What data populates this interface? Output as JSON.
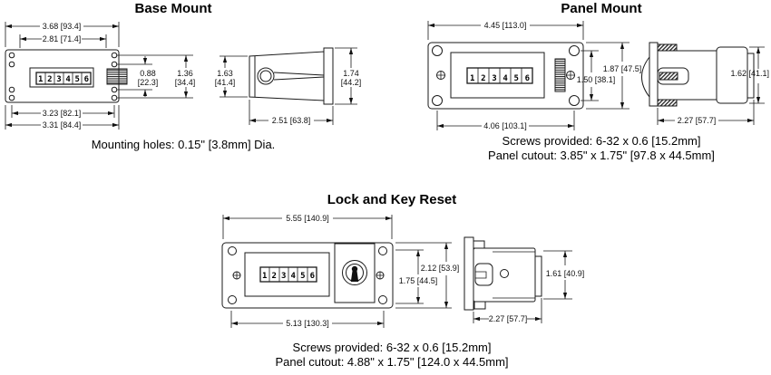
{
  "page": {
    "background": "#ffffff",
    "line_color": "#1a1a1a"
  },
  "base_mount": {
    "title": "Base Mount",
    "note": "Mounting holes:  0.15\" [3.8mm] Dia.",
    "counter_digits": "123456",
    "dims": {
      "overall_width": "3.68 [93.4]",
      "bezel_width": "2.81 [71.4]",
      "hole_span_inner_in": "0.88",
      "hole_span_inner_mm": "[22.3]",
      "hole_span_outer_in": "1.36",
      "hole_span_outer_mm": "[34.4]",
      "hole_pitch_width": "3.23 [82.1]",
      "base_width": "3.31 [84.4]",
      "body_height_in": "1.63",
      "body_height_mm": "[41.4]",
      "flange_height_in": "1.74",
      "flange_height_mm": "[44.2]",
      "depth": "2.51 [63.8]"
    }
  },
  "panel_mount": {
    "title": "Panel Mount",
    "note_screws": "Screws provided:  6-32 x 0.6 [15.2mm]",
    "note_cutout": "Panel cutout:  3.85\" x 1.75\" [97.8 x 44.5mm]",
    "counter_digits": "123456",
    "dims": {
      "overall_width": "4.45 [113.0]",
      "hole_pitch_width": "4.06 [103.1]",
      "flange_height": "1.87 [47.5]",
      "hole_pitch_height": "1.50 [38.1]",
      "body_height": "1.62 [41.1]",
      "depth": "2.27 [57.7]"
    }
  },
  "lock_key_reset": {
    "title": "Lock and Key Reset",
    "note_screws": "Screws provided:  6-32 x 0.6 [15.2mm]",
    "note_cutout": "Panel cutout:  4.88\" x 1.75\" [124.0 x 44.5mm]",
    "counter_digits": "123456",
    "dims": {
      "overall_width": "5.55 [140.9]",
      "hole_pitch_width": "5.13 [130.3]",
      "flange_height": "2.12 [53.9]",
      "cutout_height": "1.75 [44.5]",
      "body_height": "1.61 [40.9]",
      "depth": "2.27 [57.7]"
    }
  }
}
